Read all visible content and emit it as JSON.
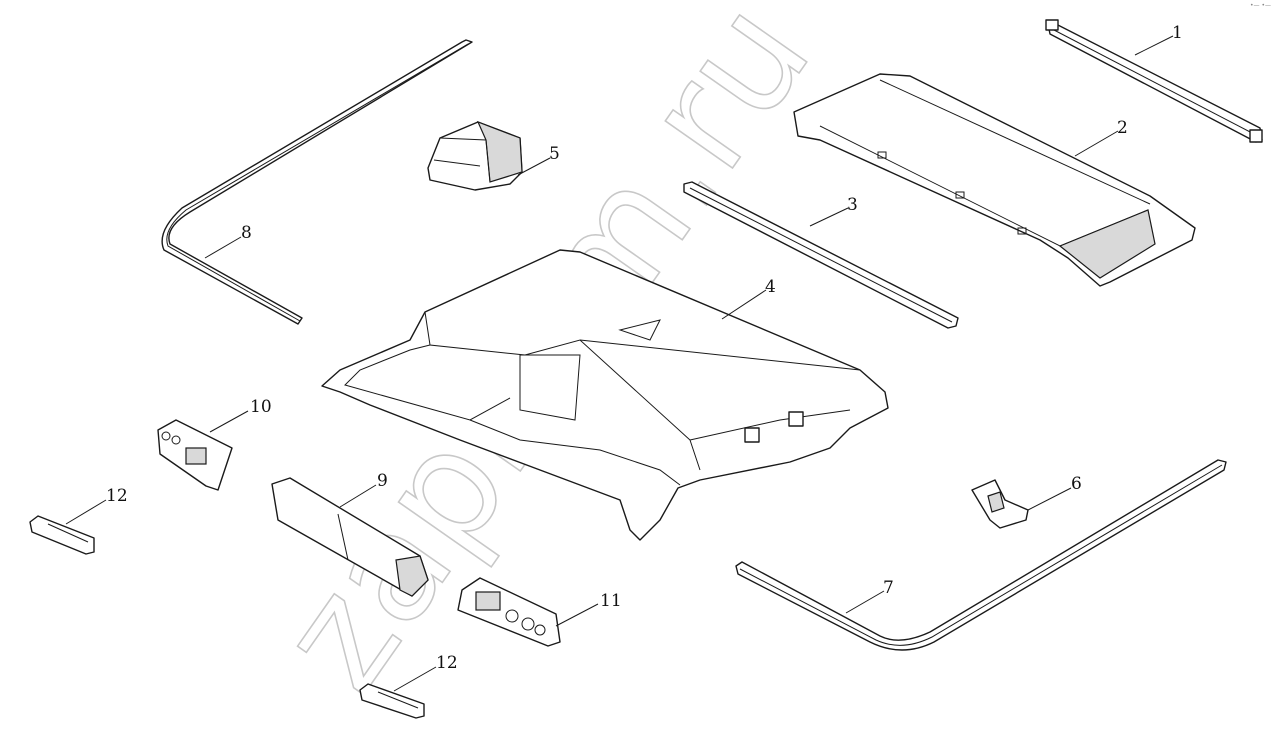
{
  "watermark": "zapkam.ru",
  "corner_mark": "•— •—",
  "callouts": [
    {
      "id": "1",
      "label": "1"
    },
    {
      "id": "2",
      "label": "2"
    },
    {
      "id": "3",
      "label": "3"
    },
    {
      "id": "4",
      "label": "4"
    },
    {
      "id": "5",
      "label": "5"
    },
    {
      "id": "6",
      "label": "6"
    },
    {
      "id": "7",
      "label": "7"
    },
    {
      "id": "8",
      "label": "8"
    },
    {
      "id": "9",
      "label": "9"
    },
    {
      "id": "10",
      "label": "10"
    },
    {
      "id": "11",
      "label": "11"
    },
    {
      "id": "12a",
      "label": "12"
    },
    {
      "id": "12b",
      "label": "12"
    }
  ]
}
